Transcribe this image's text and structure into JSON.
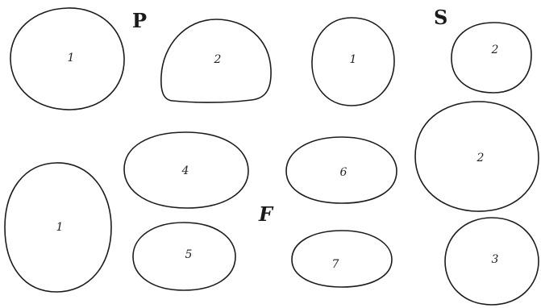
{
  "group_labels": {
    "p": "P",
    "s": "S",
    "f": "F"
  },
  "shape_labels": {
    "p_top_left": "1",
    "p_top_right": "2",
    "s_top_left": "1",
    "s_top_right": "2",
    "s_middle_right": "2",
    "f_large_left": "1",
    "f_middle_left": "4",
    "f_bottom_left": "5",
    "f_middle_right": "6",
    "f_bottom_right": "7",
    "s_bottom_right": "3"
  },
  "colors": {
    "ink": "#1c1c1c",
    "paper": "#ffffff"
  }
}
